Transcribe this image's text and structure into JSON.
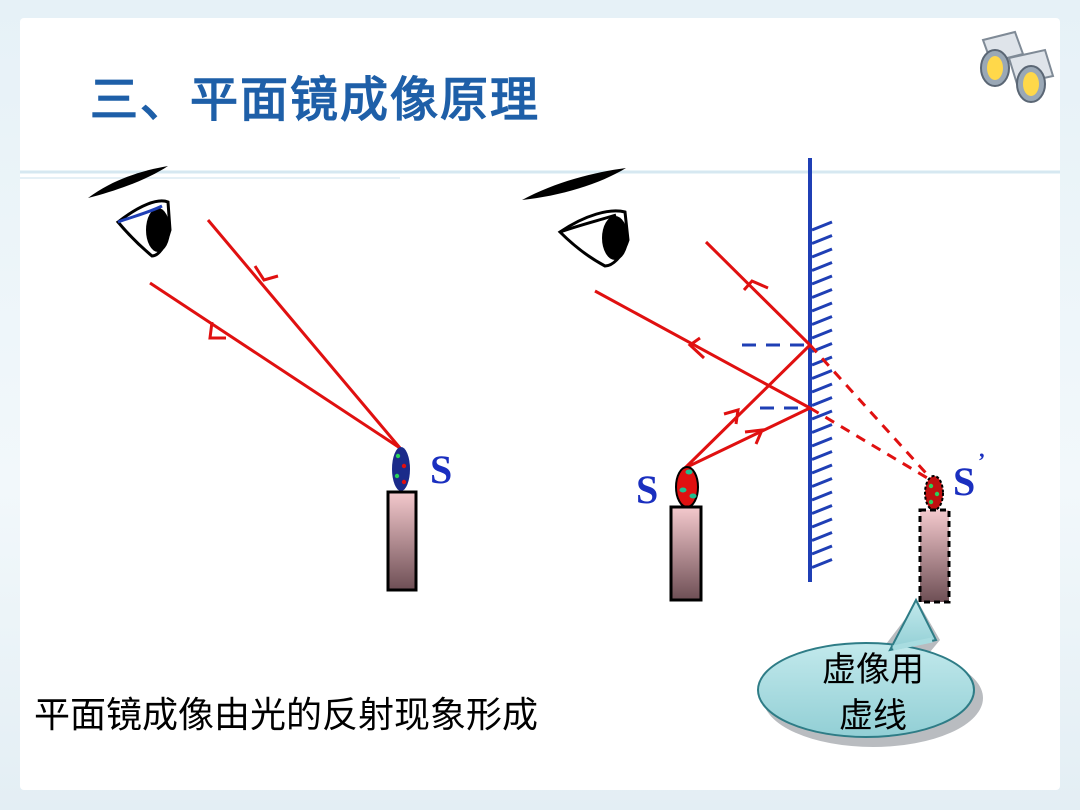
{
  "slide": {
    "title": "三、平面镜成像原理",
    "caption": "平面镜成像由光的反射现象形成",
    "callout": {
      "line1": "虚像用",
      "line2": "虚线"
    },
    "labels": {
      "source_left": "S",
      "source_right": "S",
      "image": "S",
      "image_prime": "’"
    }
  },
  "colors": {
    "title": "#1e5fa8",
    "ray": "#e01010",
    "mirror": "#1f3fb5",
    "label": "#1a2fbf",
    "bubble": "#a8dce0"
  },
  "icons": {
    "corner": "binoculars-icon",
    "eye": "eye-icon",
    "candle": "candle-icon"
  }
}
